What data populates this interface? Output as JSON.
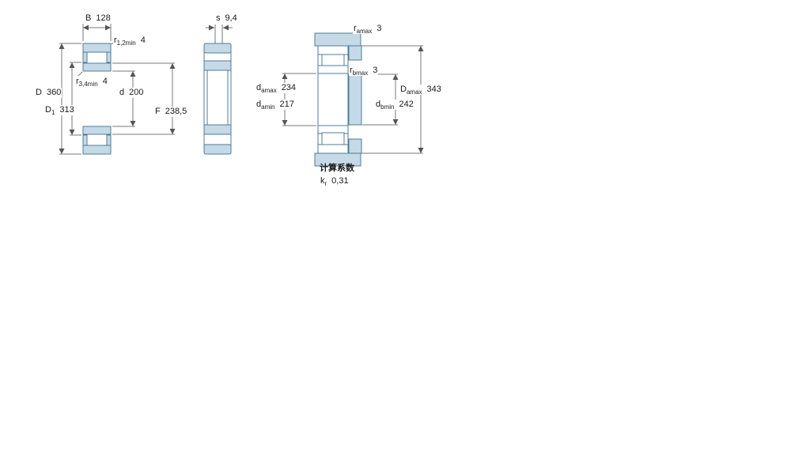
{
  "colors": {
    "part_fill": "#c6d9e6",
    "part_stroke": "#4f7d99",
    "dim_line": "#7a7a7a",
    "text": "#1a1a1a"
  },
  "labels": {
    "B": {
      "sym": "B",
      "sub": "",
      "val": "128"
    },
    "r12": {
      "sym": "r",
      "sub": "1,2min",
      "val": "4"
    },
    "r34": {
      "sym": "r",
      "sub": "3,4min",
      "val": "4"
    },
    "D": {
      "sym": "D",
      "sub": "",
      "val": "360"
    },
    "D1": {
      "sym": "D",
      "sub": "1",
      "val": "313"
    },
    "d": {
      "sym": "d",
      "sub": "",
      "val": "200"
    },
    "F": {
      "sym": "F",
      "sub": "",
      "val": "238,5"
    },
    "s": {
      "sym": "s",
      "sub": "",
      "val": "9,4"
    },
    "ramax": {
      "sym": "r",
      "sub": "amax",
      "val": "3"
    },
    "rbmax": {
      "sym": "r",
      "sub": "bmax",
      "val": "3"
    },
    "damax": {
      "sym": "d",
      "sub": "amax",
      "val": "234"
    },
    "damin": {
      "sym": "d",
      "sub": "amin",
      "val": "217"
    },
    "Damax": {
      "sym": "D",
      "sub": "amax",
      "val": "343"
    },
    "dbmin": {
      "sym": "d",
      "sub": "bmin",
      "val": "242"
    }
  },
  "calc": {
    "heading": "计算系数",
    "kr": {
      "sym": "k",
      "sub": "r",
      "val": "0,31"
    }
  }
}
